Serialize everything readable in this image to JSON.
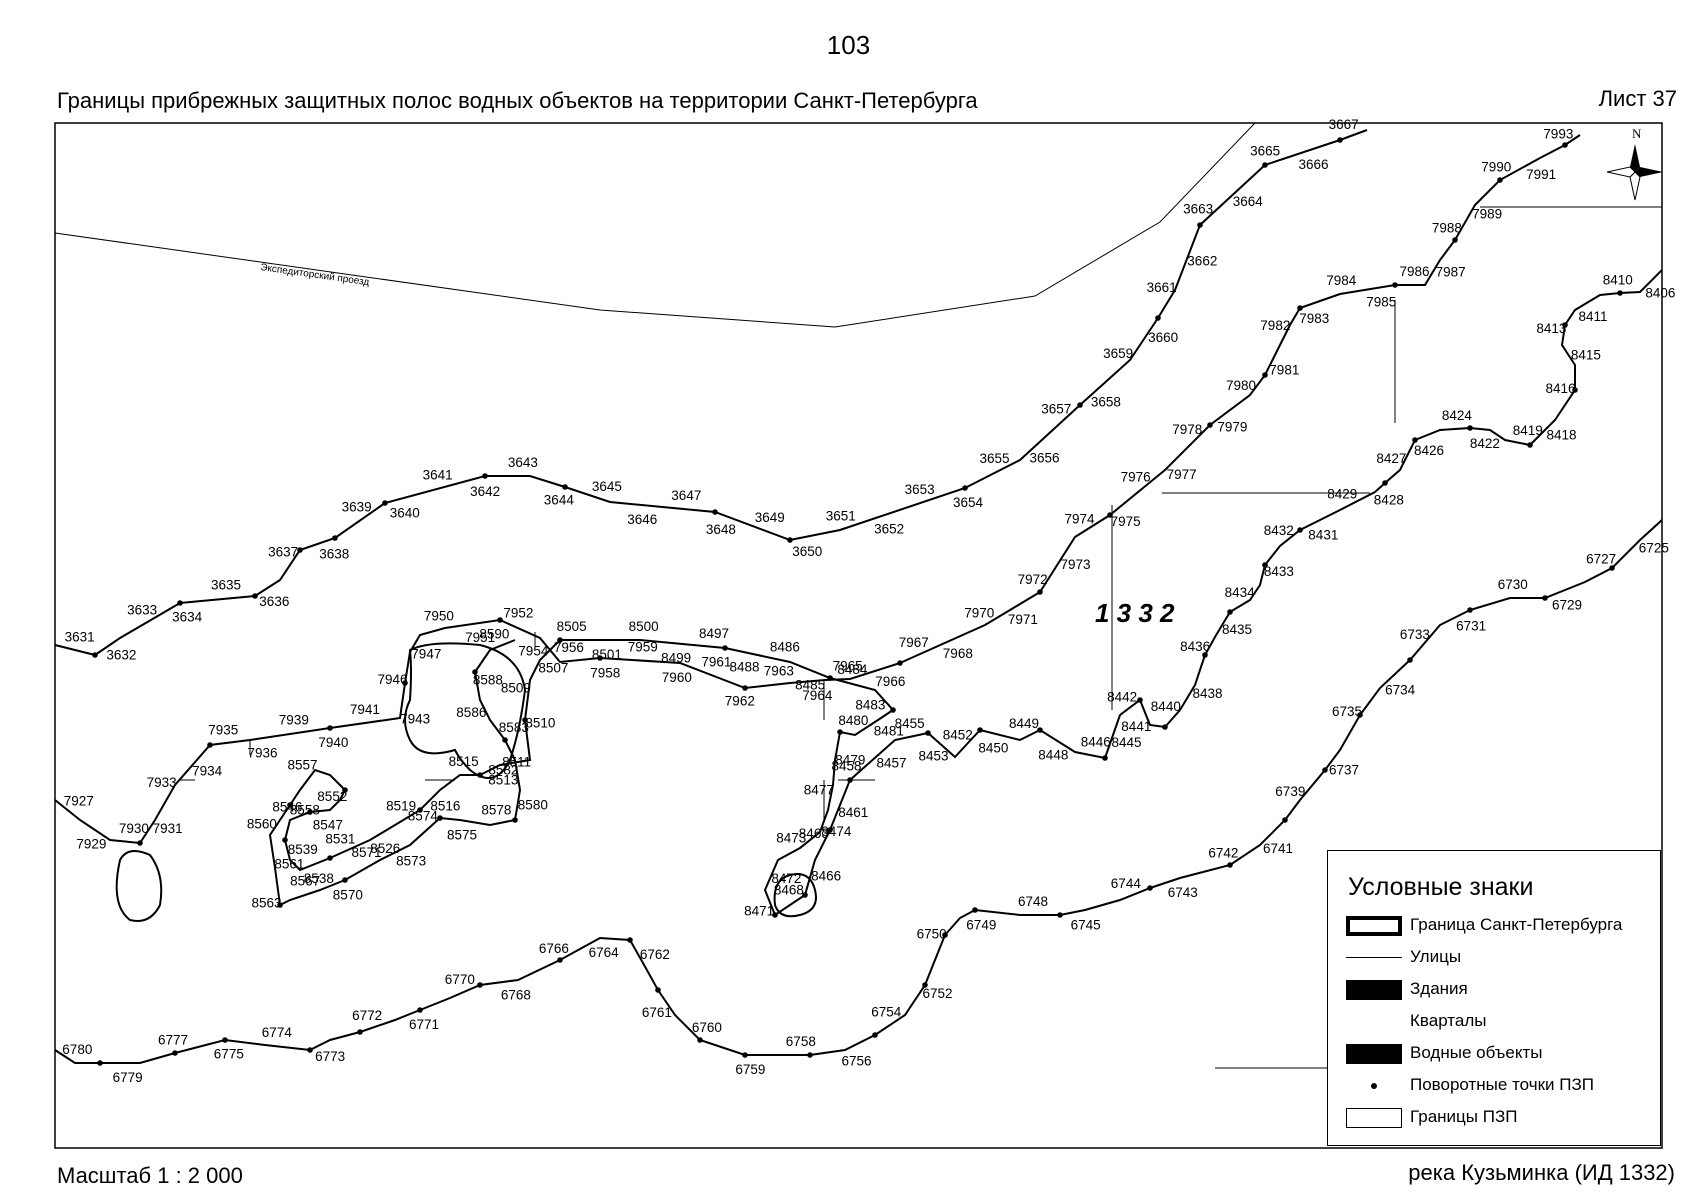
{
  "page": {
    "number": "103",
    "title": "Границы прибрежных защитных полос водных объектов на территории Санкт-Петербурга",
    "sheet": "Лист 37",
    "scale": "Масштаб 1 : 2 000",
    "river": "река Кузьминка (ИД 1332)"
  },
  "map": {
    "street_name": "Экспедиторский проезд",
    "object_id": "1 3 3 2",
    "north_label": "N",
    "point_labels": {
      "top_line": [
        "3631",
        "3632",
        "3633",
        "3634",
        "3635",
        "3636",
        "3637",
        "3638",
        "3639",
        "3640",
        "3641",
        "3642",
        "3643",
        "3644",
        "3645",
        "3646",
        "3647",
        "3648",
        "3649",
        "3650",
        "3651",
        "3652",
        "3653",
        "3654",
        "3655",
        "3656",
        "3657",
        "3658",
        "3659",
        "3660",
        "3661",
        "3662",
        "3663",
        "3664",
        "3665",
        "3666",
        "3667"
      ],
      "left_bank": [
        "7927",
        "7929",
        "7930",
        "7931",
        "7933",
        "7934",
        "7935",
        "7936",
        "7939",
        "7940",
        "7941",
        "7943",
        "7946",
        "7947",
        "7950",
        "7951",
        "7952",
        "7954",
        "7956",
        "7958",
        "7959",
        "7960",
        "7961",
        "7962",
        "7963",
        "7964",
        "7965",
        "7966",
        "7967",
        "7968",
        "7970",
        "7971",
        "7972",
        "7973",
        "7974",
        "7975",
        "7976",
        "7977",
        "7978",
        "7979",
        "7980",
        "7981",
        "7982",
        "7983",
        "7984",
        "7985",
        "7986",
        "7987",
        "7988",
        "7989",
        "7990",
        "7991",
        "7993"
      ],
      "right_bank": [
        "8406",
        "8410",
        "8411",
        "8413",
        "8415",
        "8416",
        "8418",
        "8419",
        "8422",
        "8424",
        "8426",
        "8427",
        "8428",
        "8429",
        "8431",
        "8432",
        "8433",
        "8434",
        "8435",
        "8436",
        "8438",
        "8440",
        "8441",
        "8442",
        "8445",
        "8446",
        "8448",
        "8449",
        "8450",
        "8452",
        "8453",
        "8455",
        "8457",
        "8458",
        "8461",
        "8463",
        "8466",
        "8468",
        "8471",
        "8472",
        "8473",
        "8474",
        "8477",
        "8479",
        "8480",
        "8481",
        "8483",
        "8484",
        "8485",
        "8486",
        "8488",
        "8497",
        "8499",
        "8500",
        "8501",
        "8505",
        "8507",
        "8509",
        "8510",
        "8511",
        "8513",
        "8515",
        "8516",
        "8519",
        "8526",
        "8531",
        "8538",
        "8539",
        "8546",
        "8547",
        "8552",
        "8557",
        "8558",
        "8560",
        "8561",
        "8563",
        "8567",
        "8570",
        "8571",
        "8573",
        "8574",
        "8575",
        "8578",
        "8580",
        "8582",
        "8583",
        "8586",
        "8588",
        "8590"
      ],
      "bottom_line": [
        "6725",
        "6727",
        "6729",
        "6730",
        "6731",
        "6733",
        "6734",
        "6735",
        "6737",
        "6739",
        "6741",
        "6742",
        "6743",
        "6744",
        "6745",
        "6748",
        "6749",
        "6750",
        "6752",
        "6754",
        "6756",
        "6758",
        "6759",
        "6760",
        "6761",
        "6762",
        "6764",
        "6766",
        "6768",
        "6770",
        "6771",
        "6772",
        "6773",
        "6774",
        "6775",
        "6777",
        "6779",
        "6780"
      ]
    }
  },
  "legend": {
    "title": "Условные знаки",
    "items": [
      {
        "symbol": "city-border",
        "label": "Граница Санкт-Петербурга"
      },
      {
        "symbol": "street",
        "label": "Улицы"
      },
      {
        "symbol": "building",
        "label": "Здания"
      },
      {
        "symbol": "block",
        "label": "Кварталы"
      },
      {
        "symbol": "water",
        "label": "Водные объекты"
      },
      {
        "symbol": "turning-point",
        "label": "Поворотные точки ПЗП"
      },
      {
        "symbol": "pzp-border",
        "label": "Границы ПЗП"
      }
    ]
  }
}
